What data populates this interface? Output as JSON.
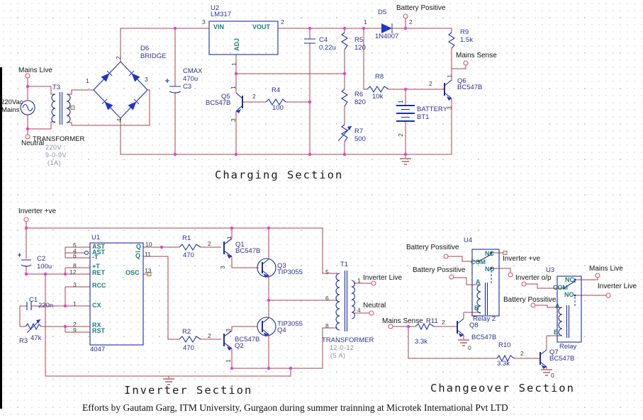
{
  "colors": {
    "wire": "#a8404e",
    "component": "#1b2fa0",
    "diode_fill": "#2133cc",
    "junction_dot": "#ee3cc6",
    "port_ring": "#c85a6e",
    "pin_name_text": "#1d7a7a",
    "label_text": "#2b2f92",
    "spec_text": "#8a90a6",
    "background": "#ffffff"
  },
  "titles": {
    "charging": "Charging Section",
    "inverter": "Inverter Section",
    "changeover": "Changeover Section"
  },
  "credit": "Efforts by Gautam Garg, ITM University, Gurgaon during summer trainning at Microtek International Pvt LTD",
  "charging": {
    "ports": {
      "mains_live": "Mains Live",
      "neutral": "Neutral",
      "battery_positive": "Battery Positive",
      "mains_sense": "Mains Sense"
    },
    "source": {
      "value": "220Vac",
      "name": "Mains"
    },
    "t3": {
      "ref": "T3",
      "label": "TRANSFORMER",
      "spec1": "220V :",
      "spec2": "9-0-9V",
      "spec3": "(1A)"
    },
    "bridge": {
      "ref": "D6",
      "part": "BRIDGE",
      "pin1": "1",
      "pin2": "2",
      "pin3": "3",
      "pin4": "4"
    },
    "c3": {
      "name": "CMAX",
      "value": "470u",
      "ref": "C3"
    },
    "u2": {
      "ref": "U2",
      "part": "LM317",
      "vin": "VIN",
      "vout": "VOUT",
      "adj": "ADJ",
      "pin_in": "3",
      "pin_out": "2",
      "pin_adj": "1"
    },
    "c4": {
      "ref": "C4",
      "value": "0.22u"
    },
    "r5": {
      "ref": "R5",
      "value": "120"
    },
    "r6": {
      "ref": "R6",
      "value": "820"
    },
    "r7": {
      "ref": "R7",
      "value": "500"
    },
    "r4": {
      "ref": "R4",
      "value": "100",
      "pin_b": "2"
    },
    "q5": {
      "ref": "Q5",
      "part": "BC547B",
      "pin_c": "1",
      "pin_e": "3"
    },
    "d5": {
      "ref": "D5",
      "part": "1N4007",
      "pin1": "1",
      "pin2": "2"
    },
    "r8": {
      "ref": "R8",
      "value": "10k"
    },
    "r9": {
      "ref": "R9",
      "value": "1.5k"
    },
    "q6": {
      "ref": "Q6",
      "part": "BC547B",
      "pin_c": "1",
      "pin_b": "2",
      "pin_e": "3"
    },
    "bt1": {
      "name": "BATTERY",
      "ref": "BT1",
      "pin1": "1",
      "pin2": "2"
    }
  },
  "inverter": {
    "port_pve": "Inverter +ve",
    "u1": {
      "ref": "U1",
      "part": "4047",
      "left_pins": [
        {
          "n": "5",
          "label": "AST"
        },
        {
          "n": "4",
          "label": "AST"
        },
        {
          "n": "6",
          "label": "-T"
        },
        {
          "n": "8",
          "label": "+T"
        },
        {
          "n": "12",
          "label": "RET"
        },
        {
          "n": "3",
          "label": "RCC"
        },
        {
          "n": "1",
          "label": "CX"
        },
        {
          "n": "2",
          "label": "RX"
        },
        {
          "n": "9",
          "label": "RST"
        }
      ],
      "right_pins": [
        {
          "n": "10",
          "label": "Q"
        },
        {
          "n": "11",
          "label": "Q"
        },
        {
          "n": "13",
          "label": "OSC"
        }
      ]
    },
    "c2": {
      "ref": "C2",
      "value": "100u"
    },
    "c1": {
      "ref": "C1",
      "value": "220n"
    },
    "r3": {
      "ref": "R3",
      "value": "47k"
    },
    "r1": {
      "ref": "R1",
      "value": "470",
      "pin_b": "2"
    },
    "r2": {
      "ref": "R2",
      "value": "470",
      "pin_b": "2"
    },
    "q1": {
      "ref": "Q1",
      "part": "BC547B",
      "pin_c": "1",
      "pin_e": "3"
    },
    "q2": {
      "ref": "Q2",
      "part": "BC547B",
      "pin_top": "3",
      "pin_bot": "1"
    },
    "q3": {
      "ref": "Q3",
      "part": "TIP3055"
    },
    "q4": {
      "ref": "Q4",
      "part": "TIP3055"
    },
    "t1": {
      "ref": "T1",
      "label": "TRANSFORMER",
      "spec1": "12-0-12",
      "spec2": "(5 A)",
      "pin5": "5",
      "pin6": "6",
      "pin8": "8",
      "pin1": "1",
      "pin4": "4"
    },
    "port_live": "Inverter Live",
    "port_neutral": "Neutral"
  },
  "changeover": {
    "port_mains_sense": "Mains Sense",
    "r11": {
      "ref": "R11",
      "value": "3.3k",
      "pin_b": "2"
    },
    "r10": {
      "ref": "R10",
      "value": "3.3k",
      "pin_b": "2"
    },
    "q8": {
      "ref": "Q8",
      "part": "BC547B",
      "gnd": "0"
    },
    "q7": {
      "ref": "Q7",
      "part": "BC547B",
      "pin_b": "2",
      "gnd": "0"
    },
    "u4": {
      "ref": "U4",
      "name": "Relay 2",
      "nc": "NC",
      "com": "COM",
      "no": "NO",
      "a": "A",
      "b": "B"
    },
    "u3": {
      "ref": "U3",
      "name": "Relay",
      "nc": "NC",
      "com": "COM",
      "no": "NO",
      "a": "A",
      "b": "B"
    },
    "port_batt1": "Battery Possitive",
    "port_batt2": "Battery Possitive",
    "port_batt3": "Battery Possitive",
    "port_inv_pve": "Inverter +ve",
    "port_inv_op": "Inverter o/p",
    "port_mains_live": "Mains Live",
    "port_inv_live": "Inverter Live"
  }
}
